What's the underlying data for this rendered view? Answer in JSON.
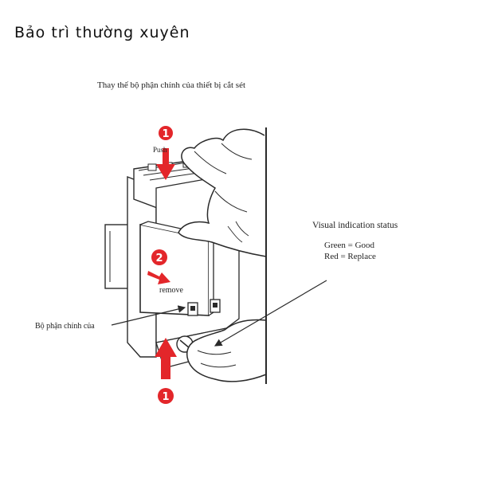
{
  "heading": "Bảo trì thường xuyên",
  "caption": "Thay thế bộ phận chính của thiết bị cắt sét",
  "labels": {
    "push": "Push",
    "remove": "remove",
    "main_part": "Bộ phận chính của"
  },
  "visual": {
    "title": "Visual indication status",
    "green": "Green = Good",
    "red": "Red = Replace"
  },
  "steps": {
    "push_top": "1",
    "remove": "2",
    "push_bottom": "1"
  },
  "colors": {
    "arrow": "#e3262a",
    "line": "#2a2a2a"
  }
}
